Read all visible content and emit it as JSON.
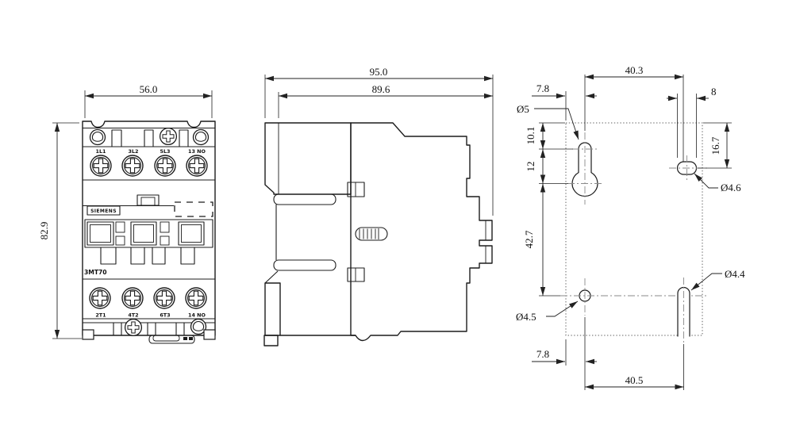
{
  "colors": {
    "line": "#1c1c1c",
    "dimension": "#222222",
    "centerline": "#8a8a8a",
    "hidden_outline": "#5f5f5f",
    "background": "#ffffff"
  },
  "front_view": {
    "dim_width": "56.0",
    "dim_height": "82.9",
    "brand": "SIEMENS",
    "model": "3MT70",
    "top_terminals": [
      "1L1",
      "3L2",
      "5L3",
      "13 NO"
    ],
    "bottom_terminals": [
      "2T1",
      "4T2",
      "6T3",
      "14 NO"
    ]
  },
  "side_view": {
    "dim_depth_overall": "95.0",
    "dim_depth_body": "89.6"
  },
  "mounting_view": {
    "dim_top_offset": "7.8",
    "dim_top_spacing": "40.3",
    "dim_slot_width": "8",
    "label_keyhole_dia": "Ø5",
    "dim_edge_to_keyhole": "10.1",
    "dim_keyhole_centers": "12",
    "dim_edge_to_slot": "16.7",
    "label_top_slot_dia": "Ø4.6",
    "dim_vertical_spacing": "42.7",
    "label_bottom_hole_dia": "Ø4.5",
    "label_bottom_slot_dia": "Ø4.4",
    "dim_bottom_offset": "7.8",
    "dim_bottom_spacing": "40.5"
  }
}
